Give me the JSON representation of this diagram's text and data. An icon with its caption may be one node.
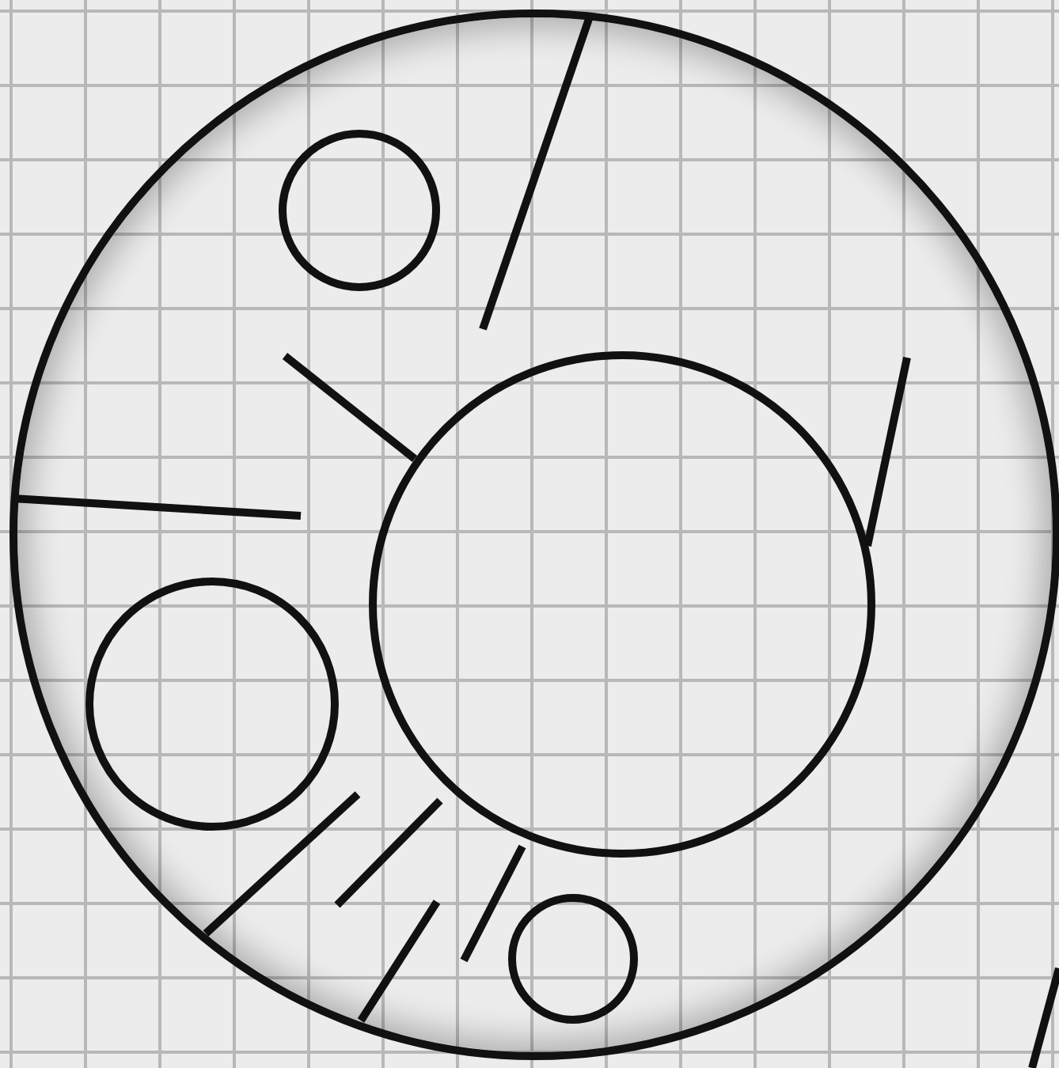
{
  "diagram": {
    "nodes": [
      {
        "text": [],
        "shape": "circle"
      },
      {
        "text": [],
        "shape": "circle",
        "in": 0
      },
      {
        "text": [],
        "shape": "circle",
        "in": 0
      },
      {
        "text": [],
        "shape": "circle",
        "in": 0
      },
      {
        "text": [],
        "shape": "circle",
        "in": 0
      }
    ]
  }
}
